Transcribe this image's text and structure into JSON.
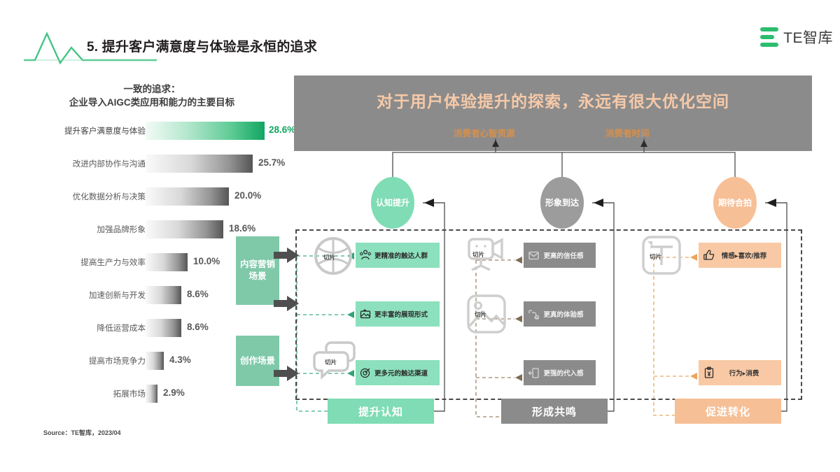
{
  "header": {
    "title": "5. 提升客户满意度与体验是永恒的追求",
    "logo_text": "TE智库",
    "brand_green": "#2bbd6e"
  },
  "chart_data": {
    "type": "bar",
    "title": "一致的追求：",
    "subtitle": "企业导入AIGC类应用和能力的主要目标",
    "xlabel": "",
    "ylabel": "",
    "orientation": "horizontal",
    "xlim": [
      0,
      28.6
    ],
    "grid": false,
    "legend": "none",
    "highlight_index": 0,
    "highlight_color": "#11a661",
    "bar_color": "#8a8a8a",
    "categories": [
      "提升客户满意度与体验",
      "改进内部协作与沟通",
      "优化数据分析与决策",
      "加强品牌形象",
      "提高生产力与效率",
      "加速创新与开发",
      "降低运营成本",
      "提高市场竞争力",
      "拓展市场"
    ],
    "values": [
      28.6,
      25.7,
      20.0,
      18.6,
      10.0,
      8.6,
      8.6,
      4.3,
      2.9
    ],
    "value_labels": [
      "28.6%",
      "25.7%",
      "20.0%",
      "18.6%",
      "10.0%",
      "8.6%",
      "8.6%",
      "4.3%",
      "2.9%"
    ],
    "source": "Source：TE智库，2023/04"
  },
  "right_panel": {
    "band_title": "对于用户体验提升的探索，永远有很大优化空间",
    "band_color": "#8b8b8b",
    "band_title_color": "#f6c9a8",
    "resource_labels": [
      {
        "text": "消费者心智资源"
      },
      {
        "text": "消费者时间"
      }
    ],
    "circles": [
      {
        "label": "认知提升",
        "color": "#7fdcb4"
      },
      {
        "label": "形象到达",
        "color": "#9c9c9c"
      },
      {
        "label": "期待合拍",
        "color": "#f6bf96"
      }
    ],
    "scenes": [
      {
        "label": "内容营销场景"
      },
      {
        "label": "创作场景"
      }
    ],
    "slice_label": "切片",
    "columns": [
      {
        "theme": "green",
        "items": [
          {
            "text": "更精准的触达人群",
            "icon": "crowd-icon"
          },
          {
            "text": "更丰富的展现形式",
            "icon": "image-icon"
          },
          {
            "text": "更多元的触达渠道",
            "icon": "target-icon"
          }
        ],
        "result": "提升认知"
      },
      {
        "theme": "gray",
        "items": [
          {
            "text": "更高的信任感",
            "icon": "mail-icon"
          },
          {
            "text": "更真的体验感",
            "icon": "vr-icon"
          },
          {
            "text": "更强的代入感",
            "icon": "door-icon"
          }
        ],
        "result": "形成共鸣"
      },
      {
        "theme": "peach",
        "items": [
          {
            "text": "情感▸喜欢/推荐",
            "icon": "thumbs-up-icon"
          },
          {
            "text": "行为▸消费",
            "icon": "clipboard-yen-icon"
          }
        ],
        "result": "促进转化"
      }
    ]
  }
}
